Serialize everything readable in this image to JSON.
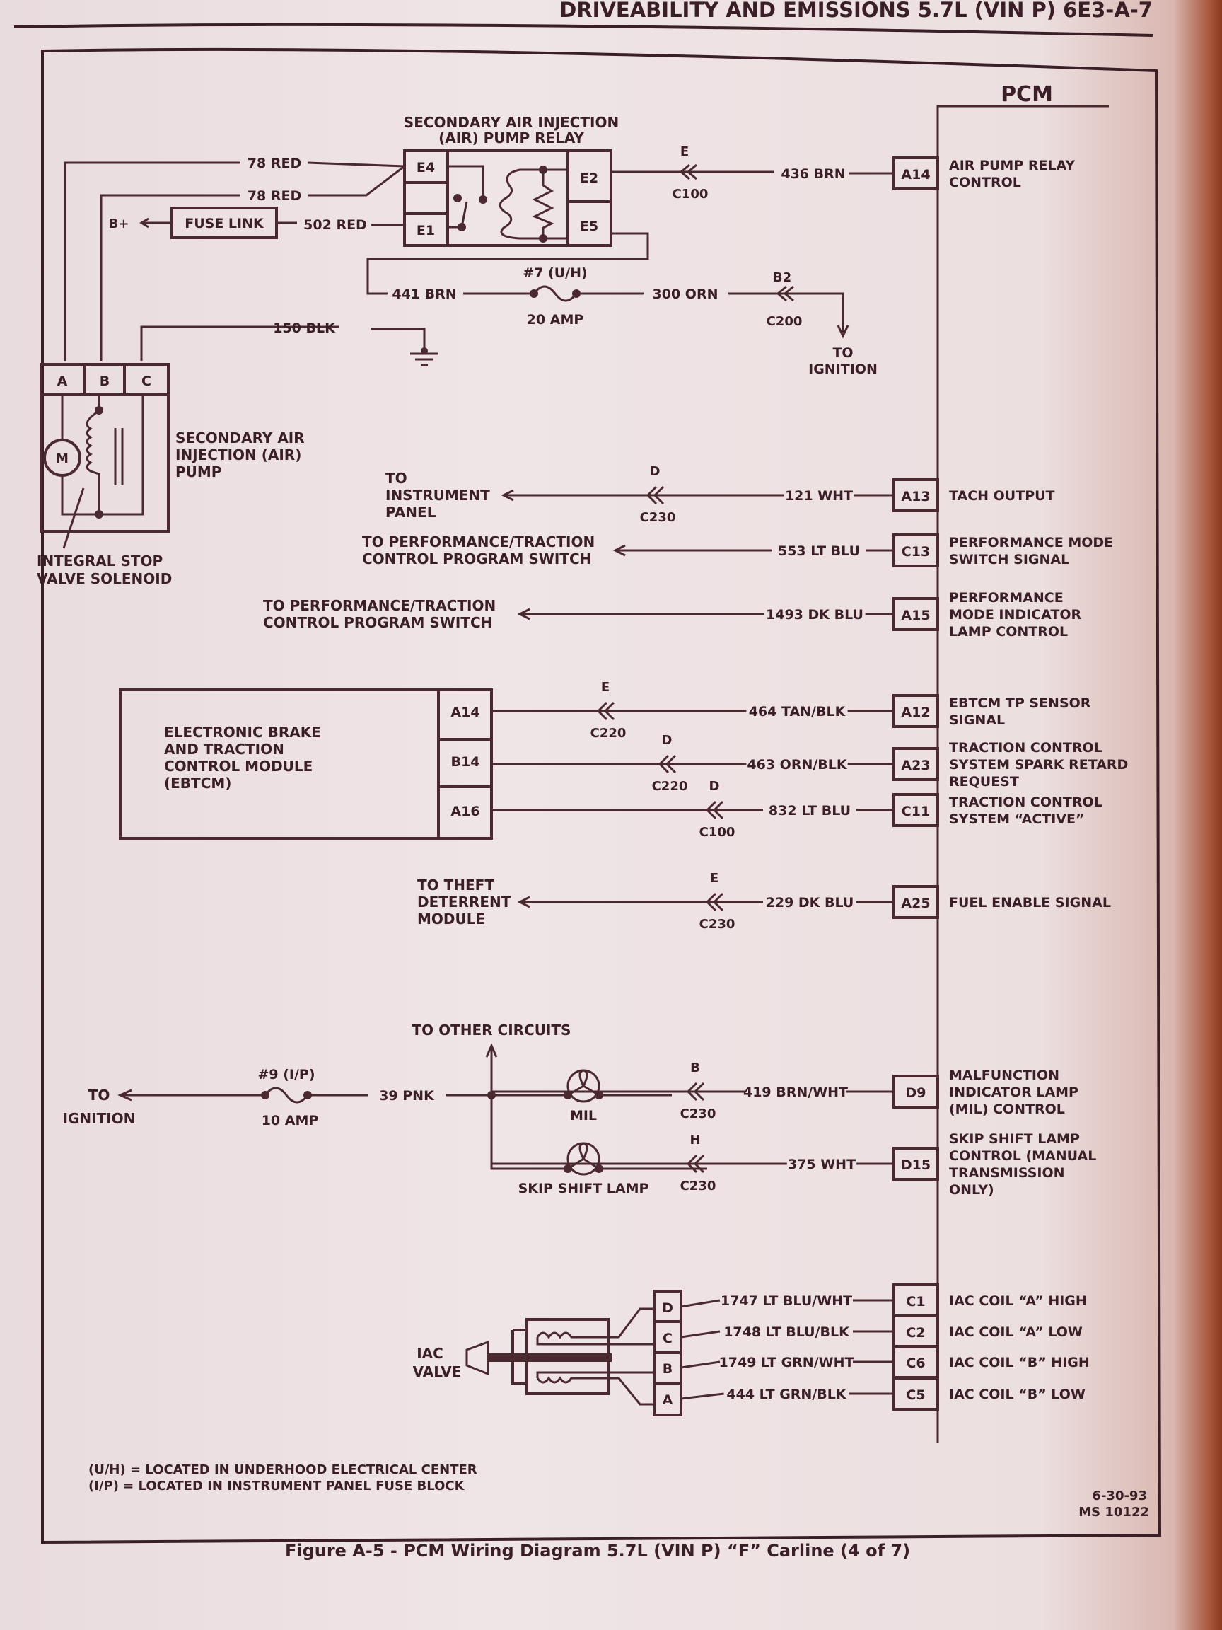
{
  "header": {
    "title": "DRIVEABILITY AND EMISSIONS 5.7L (VIN P) 6E3-A-7"
  },
  "pcm": {
    "label": "PCM"
  },
  "relay": {
    "title_line1": "SECONDARY AIR INJECTION",
    "title_line2": "(AIR) PUMP RELAY",
    "pins": [
      "E4",
      "E1",
      "E2",
      "E5"
    ]
  },
  "top_wires": {
    "red1": "78 RED",
    "red2": "78 RED",
    "fuse_link": "FUSE LINK",
    "bplus": "B+",
    "red502": "502 RED",
    "brn441": "441 BRN",
    "fuse7": "#7 (U/H)",
    "fuse7_amp": "20 AMP",
    "orn300": "300 ORN",
    "b2": "B2",
    "c200": "C200",
    "to_ignition_1": "TO",
    "to_ignition_2": "IGNITION",
    "blk150": "150 BLK",
    "brn436": "436 BRN",
    "e_letter": "E",
    "c100": "C100"
  },
  "pump": {
    "pins": [
      "A",
      "B",
      "C"
    ],
    "motor": "M",
    "label_1": "SECONDARY AIR",
    "label_2": "INJECTION (AIR)",
    "label_3": "PUMP",
    "solenoid_1": "INTEGRAL STOP",
    "solenoid_2": "VALVE SOLENOID"
  },
  "pcm_pins": [
    {
      "pin": "A14",
      "wire": "436 BRN",
      "desc": [
        "AIR PUMP RELAY",
        "CONTROL"
      ]
    },
    {
      "pin": "A13",
      "wire": "121 WHT",
      "desc": [
        "TACH OUTPUT"
      ],
      "cav": "D",
      "conn": "C230",
      "dest": [
        "TO",
        "INSTRUMENT",
        "PANEL"
      ]
    },
    {
      "pin": "C13",
      "wire": "553 LT BLU",
      "desc": [
        "PERFORMANCE MODE",
        "SWITCH SIGNAL"
      ],
      "dest": [
        "TO PERFORMANCE/TRACTION",
        "CONTROL PROGRAM SWITCH"
      ]
    },
    {
      "pin": "A15",
      "wire": "1493 DK BLU",
      "desc": [
        "PERFORMANCE",
        "MODE INDICATOR",
        "LAMP CONTROL"
      ],
      "dest": [
        "TO PERFORMANCE/TRACTION",
        "CONTROL PROGRAM SWITCH"
      ]
    },
    {
      "pin": "A12",
      "wire": "464 TAN/BLK",
      "desc": [
        "EBTCM TP SENSOR",
        "SIGNAL"
      ],
      "cav": "E",
      "conn": "C220"
    },
    {
      "pin": "A23",
      "wire": "463 ORN/BLK",
      "desc": [
        "TRACTION CONTROL",
        "SYSTEM SPARK RETARD",
        "REQUEST"
      ],
      "cav": "D",
      "conn": "C220"
    },
    {
      "pin": "C11",
      "wire": "832 LT BLU",
      "desc": [
        "TRACTION CONTROL",
        "SYSTEM “ACTIVE”"
      ],
      "cav": "D",
      "conn": "C100"
    },
    {
      "pin": "A25",
      "wire": "229 DK BLU",
      "desc": [
        "FUEL ENABLE SIGNAL"
      ],
      "cav": "E",
      "conn": "C230",
      "dest": [
        "TO THEFT",
        "DETERRENT",
        "MODULE"
      ]
    },
    {
      "pin": "D9",
      "wire": "419 BRN/WHT",
      "desc": [
        "MALFUNCTION",
        "INDICATOR LAMP",
        "(MIL) CONTROL"
      ],
      "cav": "B",
      "conn": "C230"
    },
    {
      "pin": "D15",
      "wire": "375 WHT",
      "desc": [
        "SKIP SHIFT LAMP",
        "CONTROL (MANUAL",
        "TRANSMISSION",
        "ONLY)"
      ],
      "cav": "H",
      "conn": "C230"
    },
    {
      "pin": "C1",
      "wire": "1747 LT BLU/WHT",
      "desc": [
        "IAC COIL “A” HIGH"
      ],
      "iac_pin": "D"
    },
    {
      "pin": "C2",
      "wire": "1748 LT BLU/BLK",
      "desc": [
        "IAC COIL “A” LOW"
      ],
      "iac_pin": "C"
    },
    {
      "pin": "C6",
      "wire": "1749 LT GRN/WHT",
      "desc": [
        "IAC COIL “B” HIGH"
      ],
      "iac_pin": "B"
    },
    {
      "pin": "C5",
      "wire": "444 LT GRN/BLK",
      "desc": [
        "IAC COIL “B” LOW"
      ],
      "iac_pin": "A"
    }
  ],
  "ebtcm": {
    "label": [
      "ELECTRONIC BRAKE",
      "AND TRACTION",
      "CONTROL MODULE",
      "(EBTCM)"
    ],
    "pins": [
      "A14",
      "B14",
      "A16"
    ]
  },
  "lamps": {
    "other_circuits": "TO OTHER CIRCUITS",
    "to": "TO",
    "ignition": "IGNITION",
    "fuse9": "#9 (I/P)",
    "fuse9_amp": "10 AMP",
    "pnk39": "39 PNK",
    "mil": "MIL",
    "skip": "SKIP SHIFT LAMP"
  },
  "iac": {
    "label_1": "IAC",
    "label_2": "VALVE"
  },
  "legend": {
    "uh": "(U/H)  = LOCATED IN UNDERHOOD ELECTRICAL CENTER",
    "ip": "(I/P) = LOCATED IN INSTRUMENT PANEL FUSE BLOCK"
  },
  "footer": {
    "date": "6-30-93",
    "ms": "MS 10122",
    "caption": "Figure A-5 - PCM Wiring Diagram  5.7L  (VIN P)  “F”  Carline  (4 of 7)"
  }
}
